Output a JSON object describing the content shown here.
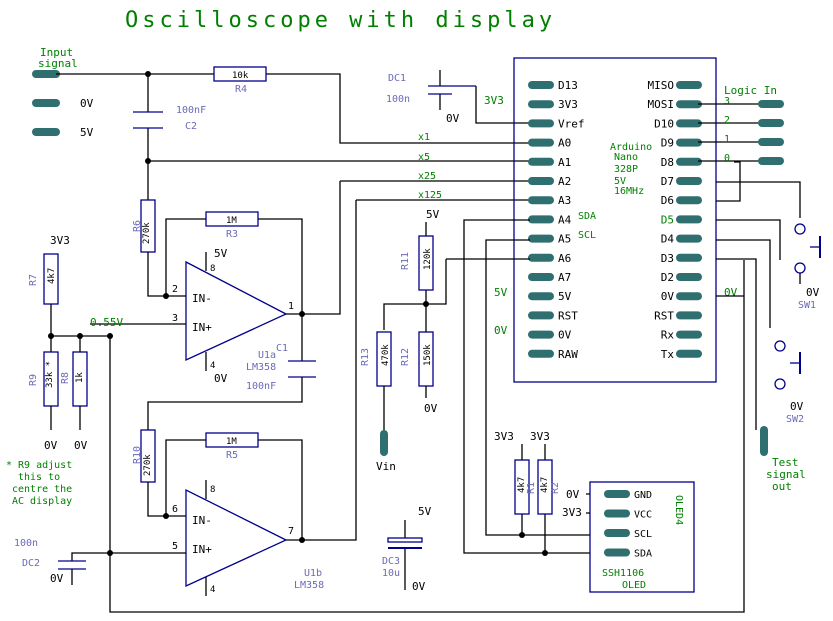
{
  "title": "Oscilloscope with display",
  "colors": {
    "label_green": "#008000",
    "part_blue": "#6a6ab8",
    "wire": "#000000",
    "outline": "#00008b",
    "pin": "#2f6f6f"
  },
  "io": {
    "input_signal": "Input\nsignal",
    "input_lines": [
      "Input",
      "signal"
    ],
    "zero_v": "0V",
    "five_v": "5V",
    "logic_in": "Logic In",
    "logic_channels": [
      "3",
      "2",
      "1",
      "0"
    ],
    "test_signal_lines": [
      "Test",
      "signal",
      "out"
    ],
    "vin": "Vin",
    "node_055": "0.55V"
  },
  "gain_labels": [
    "x1",
    "x5",
    "x25",
    "x125"
  ],
  "components": {
    "R4": {
      "ref": "R4",
      "value": "10k"
    },
    "C2": {
      "ref": "C2",
      "value": "100nF"
    },
    "R6": {
      "ref": "R6",
      "value": "270k"
    },
    "R3": {
      "ref": "R3",
      "value": "1M"
    },
    "R7": {
      "ref": "R7",
      "value": "4k7"
    },
    "R9": {
      "ref": "R9",
      "value": "33k *"
    },
    "R8": {
      "ref": "R8",
      "value": "1k"
    },
    "U1a": {
      "ref": "U1a",
      "value": "LM358"
    },
    "C1": {
      "ref": "C1",
      "value": "100nF"
    },
    "R10": {
      "ref": "R10",
      "value": "270k"
    },
    "R5": {
      "ref": "R5",
      "value": "1M"
    },
    "U1b": {
      "ref": "U1b",
      "value": "LM358"
    },
    "DC1": {
      "ref": "DC1",
      "value": "100n"
    },
    "DC2": {
      "ref": "DC2",
      "value": "100n"
    },
    "DC3": {
      "ref": "DC3",
      "value": "10u"
    },
    "R11": {
      "ref": "R11",
      "value": "120k"
    },
    "R13": {
      "ref": "R13",
      "value": "470k"
    },
    "R12": {
      "ref": "R12",
      "value": "150k"
    },
    "R1": {
      "ref": "R1",
      "value": "4k7"
    },
    "R2": {
      "ref": "R2",
      "value": "4k7"
    },
    "SW1": {
      "ref": "SW1"
    },
    "SW2": {
      "ref": "SW2"
    },
    "OLED4": {
      "ref": "OLED4",
      "model": "SSH1106",
      "type": "OLED",
      "pins": [
        "GND",
        "VCC",
        "SCL",
        "SDA"
      ]
    }
  },
  "opamp": {
    "in_minus": "IN-",
    "in_plus": "IN+",
    "pin8": "8",
    "pin4": "4",
    "a_pins": [
      "2",
      "3",
      "1"
    ],
    "b_pins": [
      "6",
      "5",
      "7"
    ]
  },
  "arduino": {
    "desc": [
      "Arduino",
      "Nano",
      "328P",
      "5V",
      "16MHz"
    ],
    "left_pins": [
      "D13",
      "3V3",
      "Vref",
      "A0",
      "A1",
      "A2",
      "A3",
      "A4",
      "A5",
      "A6",
      "A7",
      "5V",
      "RST",
      "0V",
      "RAW"
    ],
    "right_pins": [
      "MISO",
      "MOSI",
      "D10",
      "D9",
      "D8",
      "D7",
      "D6",
      "D5",
      "D4",
      "D3",
      "D2",
      "0V",
      "RST",
      "Rx",
      "Tx"
    ],
    "left_ext": {
      "3V3": "3V3",
      "5V": "5V",
      "0V": "0V"
    },
    "right_ext_0v": "0V",
    "sda": "SDA",
    "scl": "SCL"
  },
  "rails": {
    "v33": "3V3",
    "v5": "5V",
    "gnd": "0V"
  },
  "note": [
    "* R9 adjust",
    "this to",
    "centre the",
    "AC display"
  ]
}
